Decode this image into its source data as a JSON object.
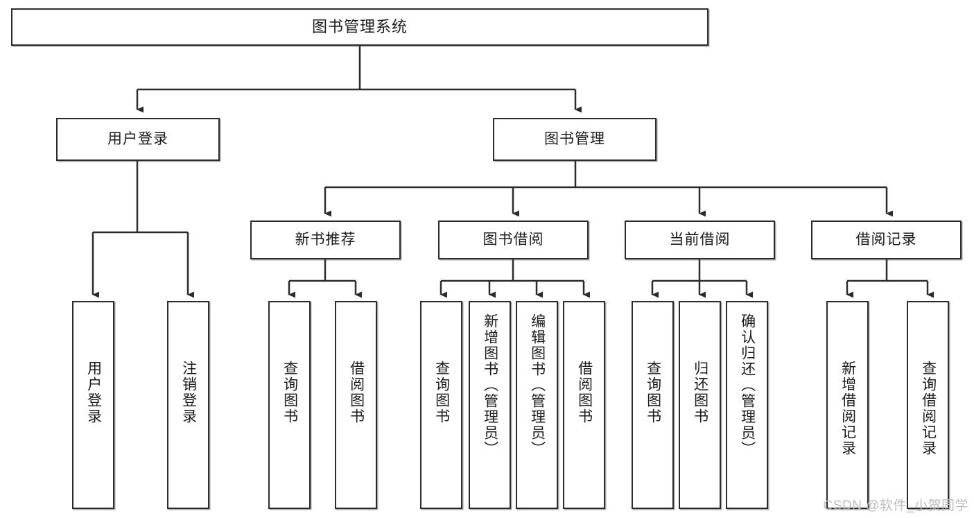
{
  "diagram": {
    "type": "tree-hierarchy",
    "title": "图书管理系统",
    "root": {
      "id": "root",
      "label": "图书管理系统"
    },
    "level2": [
      {
        "id": "user-login",
        "label": "用户登录"
      },
      {
        "id": "book-manage",
        "label": "图书管理"
      }
    ],
    "level3": [
      {
        "id": "new-book-recommend",
        "label": "新书推荐",
        "parent": "book-manage"
      },
      {
        "id": "book-borrow",
        "label": "图书借阅",
        "parent": "book-manage"
      },
      {
        "id": "current-borrow",
        "label": "当前借阅",
        "parent": "book-manage"
      },
      {
        "id": "borrow-record",
        "label": "借阅记录",
        "parent": "book-manage"
      }
    ],
    "leaves": {
      "user-login": [
        {
          "id": "leaf-user-login",
          "label": "用户登录"
        },
        {
          "id": "leaf-user-logout",
          "label": "注销登录"
        }
      ],
      "new-book-recommend": [
        {
          "id": "leaf-query-book-1",
          "label": "查询图书"
        },
        {
          "id": "leaf-borrow-book-1",
          "label": "借阅图书"
        }
      ],
      "book-borrow": [
        {
          "id": "leaf-query-book-2",
          "label": "查询图书"
        },
        {
          "id": "leaf-add-book-admin",
          "label": "新增图书（管理员）"
        },
        {
          "id": "leaf-edit-book-admin",
          "label": "编辑图书（管理员）"
        },
        {
          "id": "leaf-borrow-book-2",
          "label": "借阅图书"
        }
      ],
      "current-borrow": [
        {
          "id": "leaf-query-book-3",
          "label": "查询图书"
        },
        {
          "id": "leaf-return-book",
          "label": "归还图书"
        },
        {
          "id": "leaf-confirm-return-admin",
          "label": "确认归还（管理员）"
        }
      ],
      "borrow-record": [
        {
          "id": "leaf-add-borrow-record",
          "label": "新增借阅记录"
        },
        {
          "id": "leaf-query-borrow-record",
          "label": "查询借阅记录"
        }
      ]
    },
    "colors": {
      "stroke": "#2b2b2b",
      "fill": "#ffffff",
      "text": "#1b1b1b",
      "watermark": "#bdbdbd"
    }
  },
  "watermark": {
    "text": "CSDN @软件_小贺同学"
  }
}
